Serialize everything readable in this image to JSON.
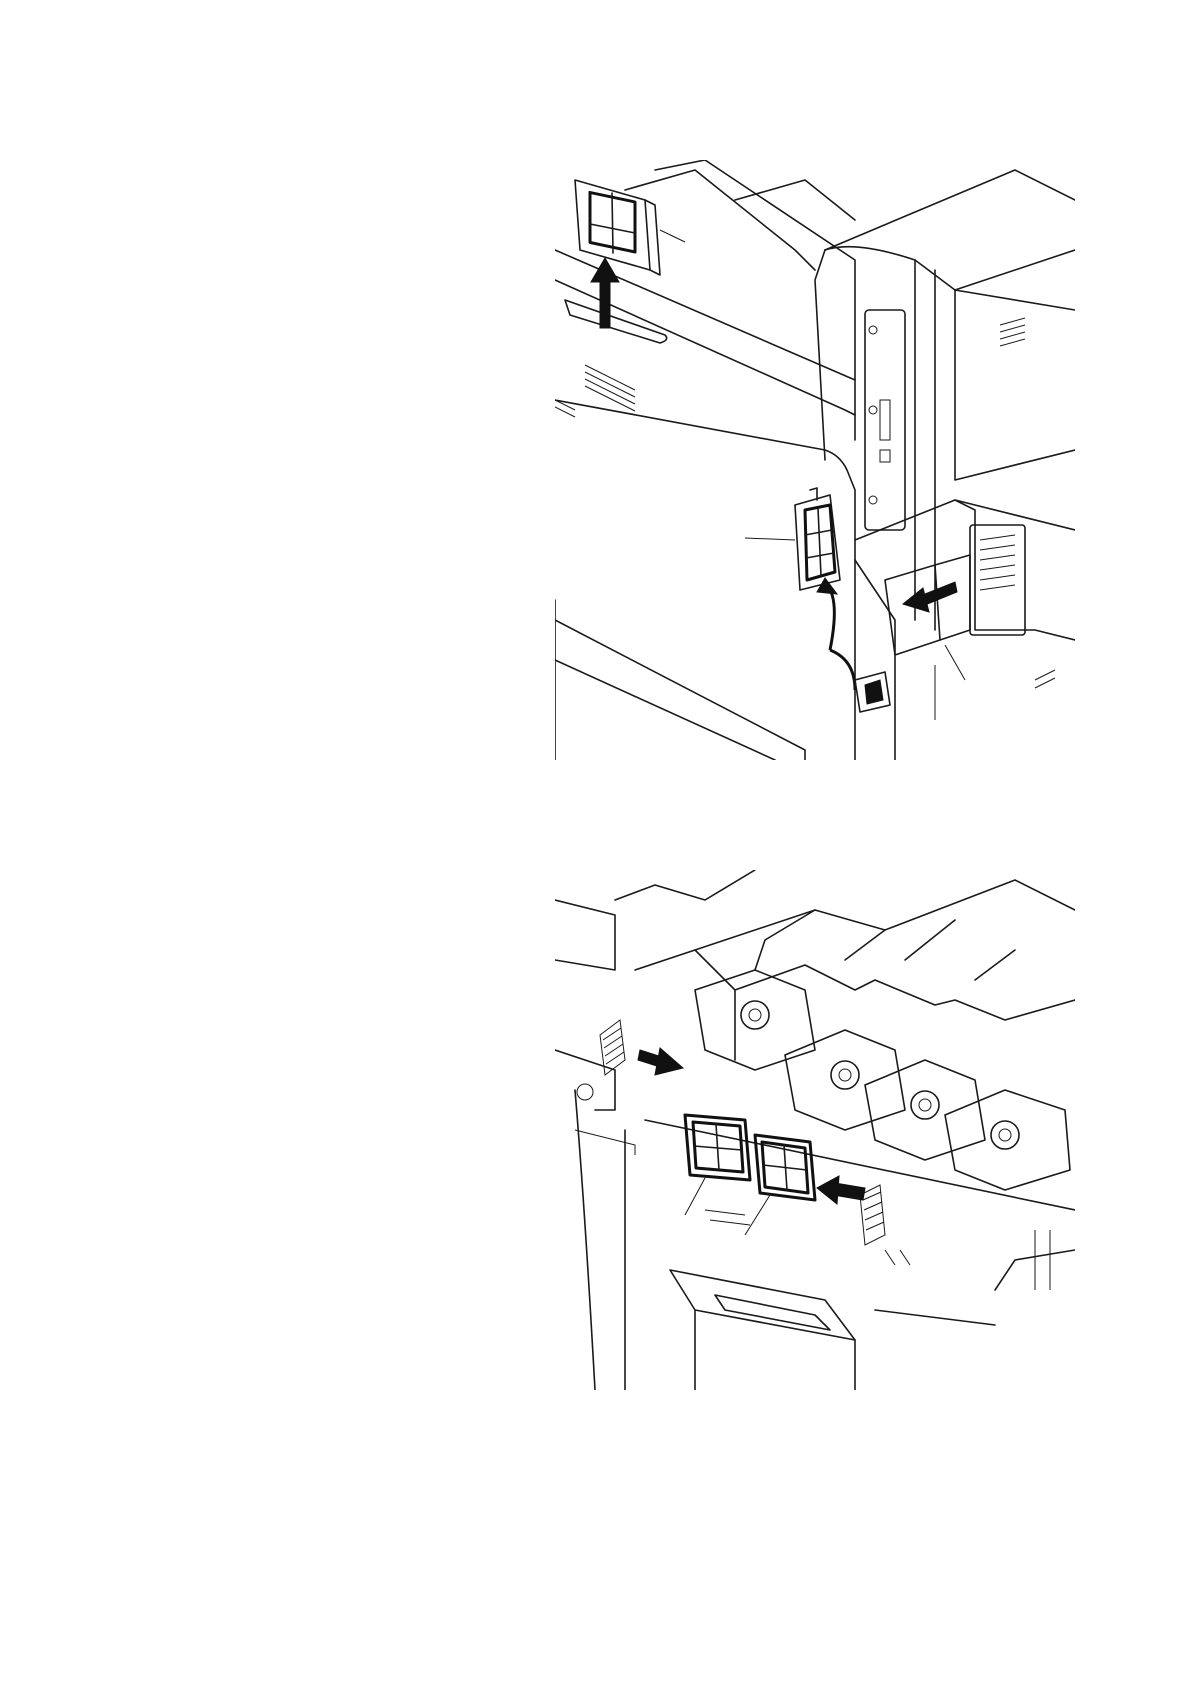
{
  "figures": [
    {
      "id": "top",
      "content": "line-drawing"
    },
    {
      "id": "bottom",
      "content": "line-drawing"
    }
  ],
  "colors": {
    "line": "#1a1a1a",
    "background": "#ffffff"
  },
  "icons": [
    "up-arrow-icon",
    "curved-arrow-icon",
    "left-arrow-icon",
    "right-arrow-icon",
    "filter-icon"
  ]
}
